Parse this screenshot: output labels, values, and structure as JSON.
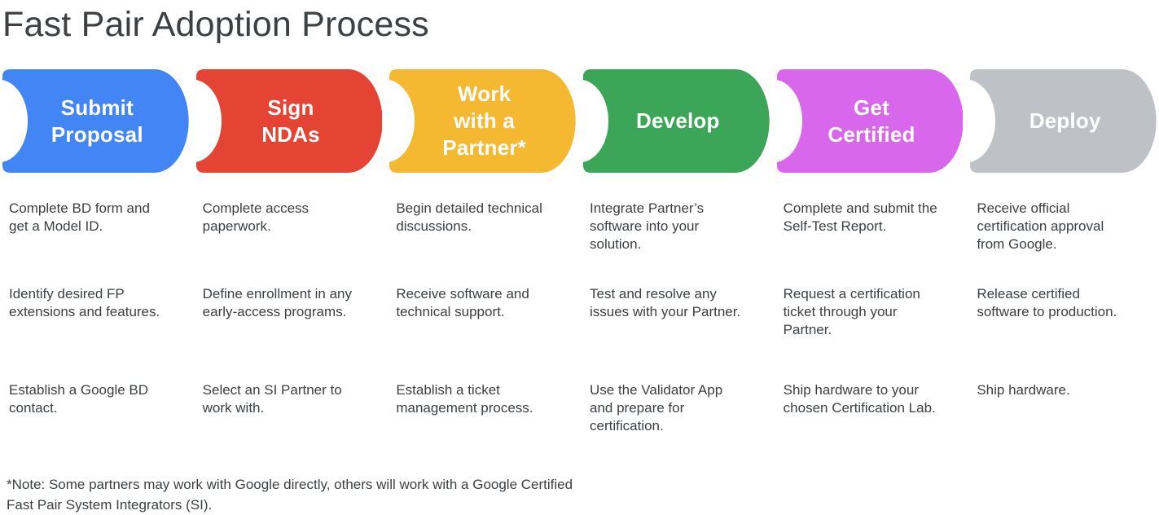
{
  "title": "Fast Pair Adoption Process",
  "footnote": "*Note: Some partners may work with Google directly, others will work with a Google Certified Fast Pair System Integrators (SI).",
  "colors": {
    "text": "#3C4043",
    "step_label_text": "#FFFFFF",
    "background": "#FFFFFF"
  },
  "steps": [
    {
      "label": "Submit\nProposal",
      "color": "#4285F4",
      "tasks": [
        "Complete BD form and get a Model ID.",
        "Identify desired FP extensions and features.",
        "Establish a Google BD contact."
      ]
    },
    {
      "label": "Sign\nNDAs",
      "color": "#E54334",
      "tasks": [
        "Complete access paperwork.",
        "Define enrollment in any early-access programs.",
        "Select an SI Partner to work with."
      ]
    },
    {
      "label": "Work\nwith a\nPartner*",
      "color": "#F5B831",
      "tasks": [
        "Begin detailed technical discussions.",
        "Receive software and technical support.",
        "Establish a ticket management process."
      ]
    },
    {
      "label": "Develop",
      "color": "#3BA558",
      "tasks": [
        "Integrate Partner’s software into your solution.",
        "Test and resolve any issues with your Partner.",
        "Use the Validator App and prepare for certification."
      ]
    },
    {
      "label": "Get\nCertified",
      "color": "#D867EC",
      "tasks": [
        "Complete and submit the Self-Test Report.",
        "Request a certification ticket through your Partner.",
        "Ship hardware to your chosen Certification Lab."
      ]
    },
    {
      "label": "Deploy",
      "color": "#BEC2C6",
      "tasks": [
        "Receive official certification approval from Google.",
        "Release certified software to production.",
        "Ship hardware."
      ]
    }
  ]
}
